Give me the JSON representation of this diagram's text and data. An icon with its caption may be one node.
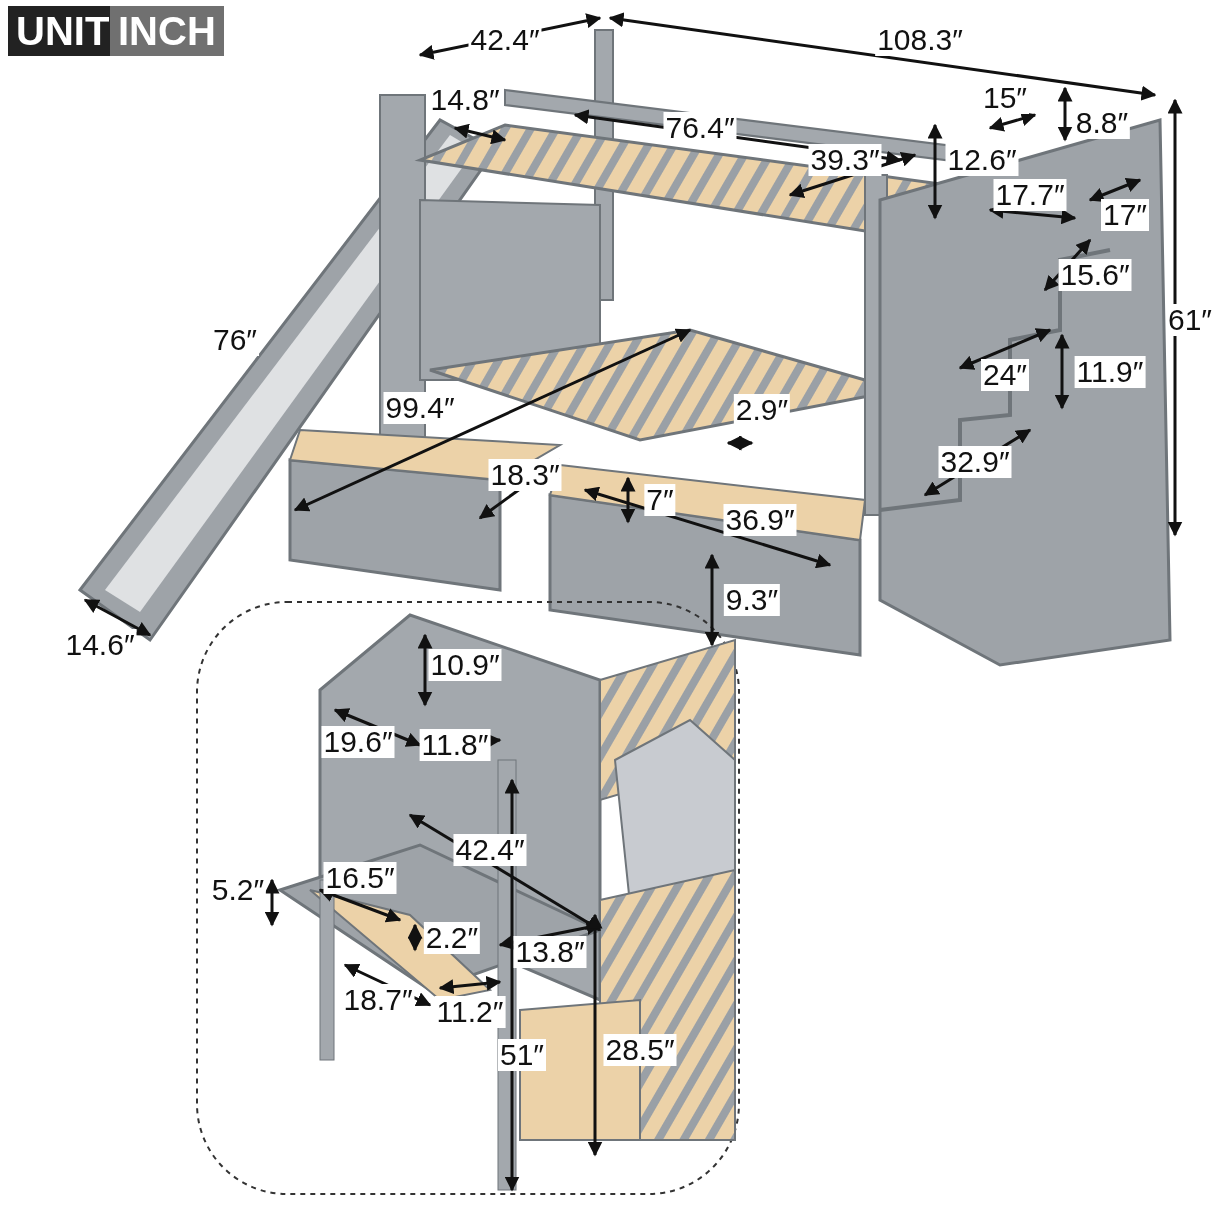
{
  "diagram": {
    "labels": [
      "UNIT",
      "INCH",
      "42.4″",
      "108.3″",
      "14.8″",
      "76.4″",
      "15″",
      "8.8″",
      "39.3″",
      "12.6″",
      "17.7″",
      "17″",
      "76″",
      "15.6″",
      "61″",
      "24″",
      "11.9″",
      "99.4″",
      "2.9″",
      "18.3″",
      "32.9″",
      "7″",
      "36.9″",
      "9.3″",
      "14.6″",
      "10.9″",
      "19.6″",
      "11.8″",
      "42.4″",
      "5.2″",
      "16.5″",
      "2.2″",
      "13.8″",
      "18.7″",
      "11.2″",
      "51″",
      "28.5″"
    ]
  }
}
